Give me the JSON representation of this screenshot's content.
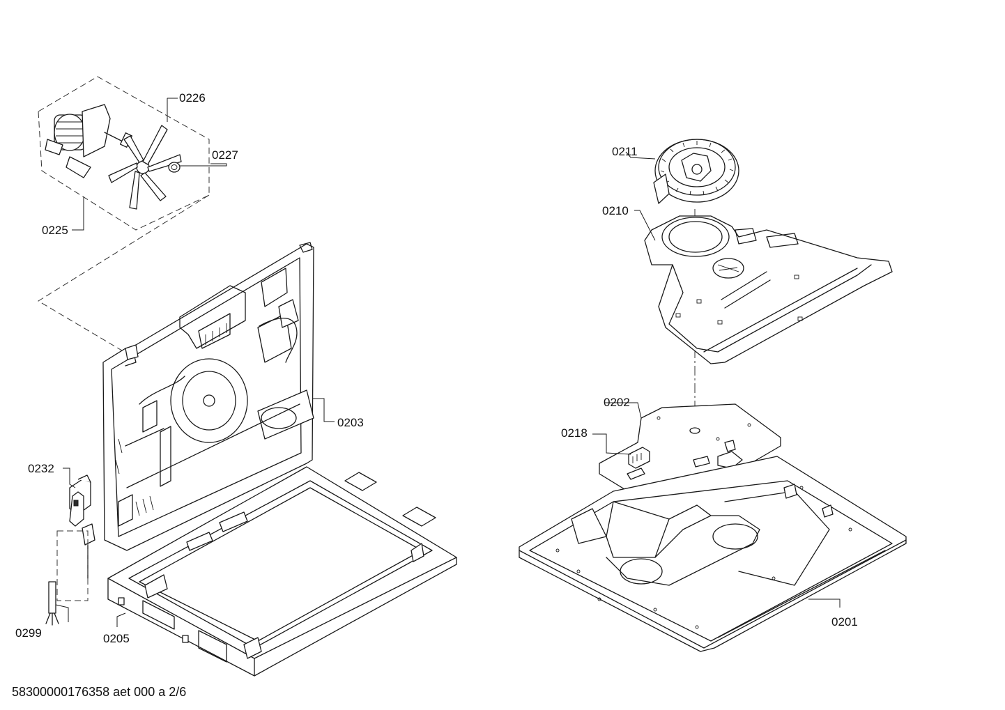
{
  "diagram": {
    "labels": {
      "p0201": "0201",
      "p0202": "0202",
      "p0203": "0203",
      "p0205": "0205",
      "p0210": "0210",
      "p0211": "0211",
      "p0218": "0218",
      "p0225": "0225",
      "p0226": "0226",
      "p0227": "0227",
      "p0232": "0232",
      "p0299": "0299"
    },
    "footer": "58300000176358 aet 000 a 2/6"
  }
}
